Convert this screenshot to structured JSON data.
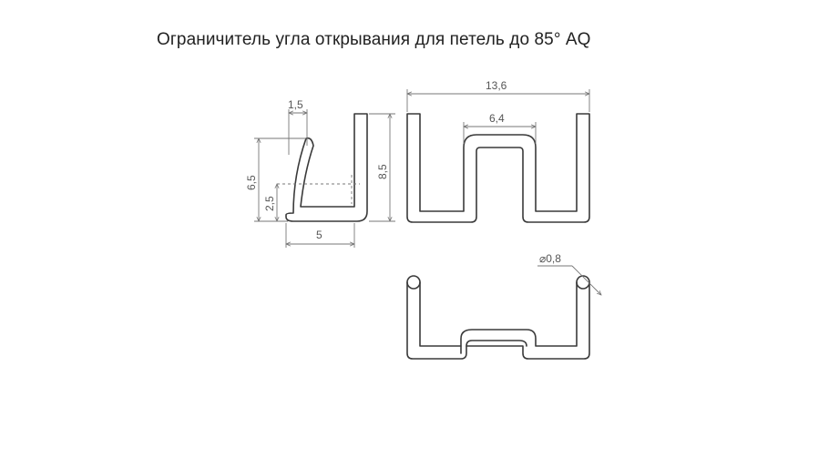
{
  "title": "Ограничитель угла открывания для петель до 85° AQ",
  "dimensions": {
    "side_top_width": "1,5",
    "side_total_height": "6,5",
    "side_lower_height": "2,5",
    "side_right_height": "8,5",
    "side_base_width": "5",
    "front_total_width": "13,6",
    "front_middle_width": "6,4",
    "wire_diameter": "⌀0,8"
  },
  "colors": {
    "wire": "#3a3a3a",
    "dimension": "#777777",
    "text": "#222222"
  }
}
